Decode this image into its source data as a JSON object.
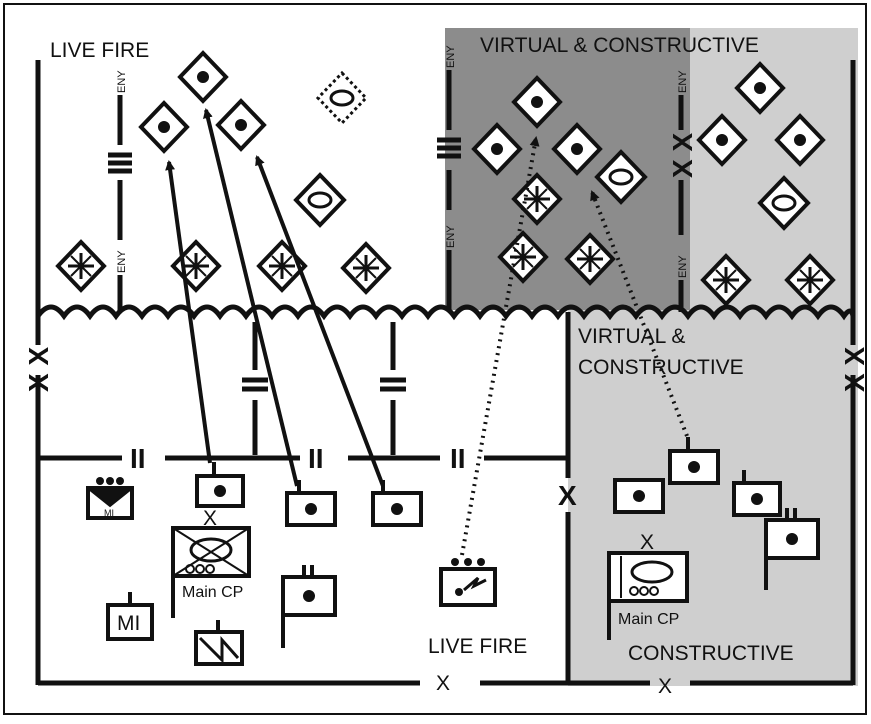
{
  "labels": {
    "live_fire_top": "LIVE FIRE",
    "virtual_constructive_top": "VIRTUAL & CONSTRUCTIVE",
    "virtual_constructive_mid_1": "VIRTUAL &",
    "virtual_constructive_mid_2": "CONSTRUCTIVE",
    "live_fire_bottom": "LIVE FIRE",
    "constructive": "CONSTRUCTIVE",
    "main_cp_left": "Main CP",
    "main_cp_right": "Main CP",
    "mi_box": "MI",
    "mi_small": "MI",
    "eny": "ENY",
    "echelon_brigade": "X",
    "echelon_division": "X X",
    "echelon_battalion": "II"
  },
  "colors": {
    "dark_shade": "#8c8c8c",
    "light_shade": "#cfcfcf",
    "ink": "#111111",
    "paper": "#ffffff"
  },
  "icons": {
    "unit_symbol": "framed-dot-rectangle",
    "enemy_symbol": "diamond-with-dot",
    "enemy_armor": "diamond-with-oval",
    "enemy_cross": "diamond-with-cross",
    "boundary": "thick-line",
    "fleet": "scalloped-line"
  }
}
